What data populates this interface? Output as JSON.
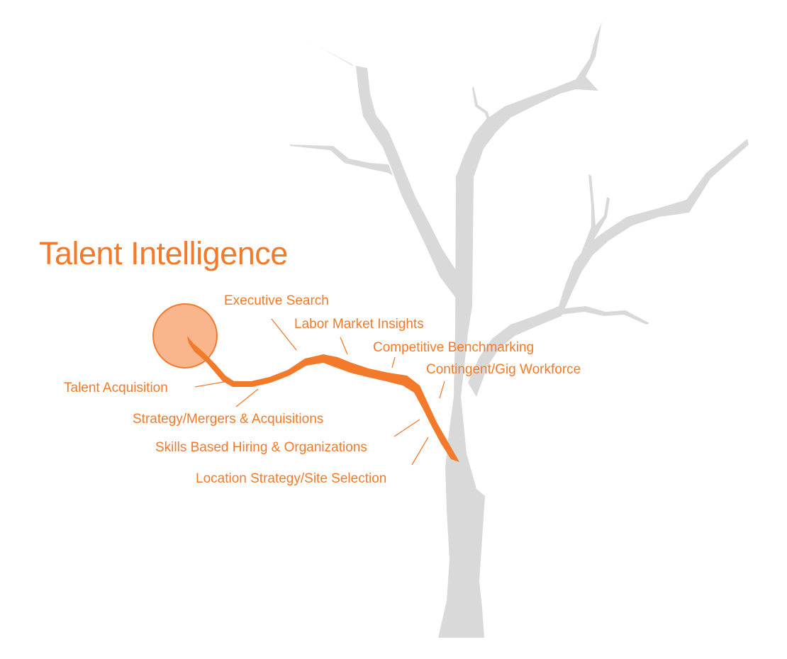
{
  "title": "Talent Intelligence",
  "colors": {
    "accent": "#f37a2a",
    "circle_fill": "#f9b58c",
    "tree": "#d9d9d9",
    "background": "#ffffff"
  },
  "icons": {
    "tree": "bare-tree-icon",
    "sun": "circle-icon"
  },
  "labels": [
    "Executive Search",
    "Labor Market Insights",
    "Competitive Benchmarking",
    "Contingent/Gig Workforce",
    "Talent Acquisition",
    "Strategy/Mergers & Acquisitions",
    "Skills Based Hiring & Organizations",
    "Location Strategy/Site Selection"
  ]
}
